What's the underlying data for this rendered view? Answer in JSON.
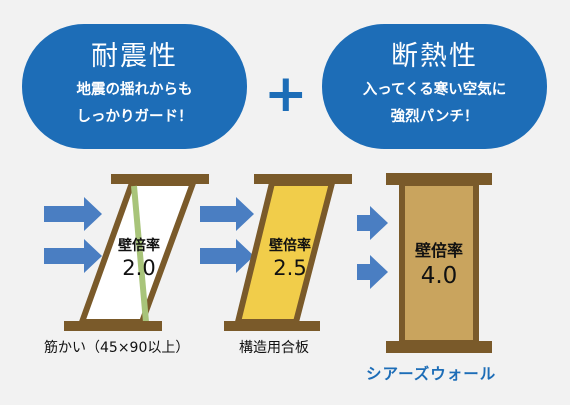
{
  "pills": [
    {
      "title": "耐震性",
      "lines": [
        "地震の揺れからも",
        "しっかりガード！"
      ]
    },
    {
      "title": "断熱性",
      "lines": [
        "入ってくる寒い空気に",
        "強烈パンチ！"
      ]
    }
  ],
  "plus_symbol": "+",
  "walls": [
    {
      "label": "壁倍率",
      "multiplier": "2.0",
      "caption": "筋かい（45×90以上）"
    },
    {
      "label": "壁倍率",
      "multiplier": "2.5",
      "caption": "構造用合板"
    },
    {
      "label": "壁倍率",
      "multiplier": "4.0",
      "caption": "シアーズウォール"
    }
  ],
  "colors": {
    "pill": "#1d6db7",
    "arrow": "#4a7ec2",
    "frame": "#7a5a2a",
    "brace": "#a8c47a",
    "plywood": "#f1cd4a",
    "shear_wall": "#c9a45e",
    "caption_accent": "#1d6db7"
  }
}
